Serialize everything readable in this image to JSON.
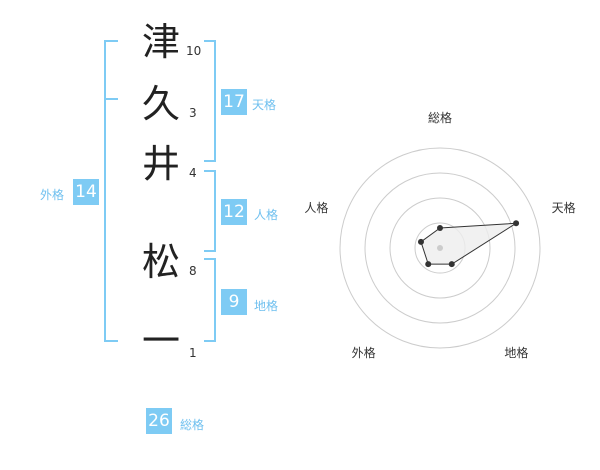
{
  "name": {
    "chars": [
      {
        "char": "津",
        "strokes": "10"
      },
      {
        "char": "久",
        "strokes": "3"
      },
      {
        "char": "井",
        "strokes": "4"
      },
      {
        "char": "松",
        "strokes": "8"
      },
      {
        "char": "一",
        "strokes": "1"
      }
    ]
  },
  "fortune": {
    "tenkaku": {
      "value": "17",
      "label": "天格"
    },
    "jinkaku": {
      "value": "12",
      "label": "人格"
    },
    "chikaku": {
      "value": "9",
      "label": "地格"
    },
    "gaikaku": {
      "value": "14",
      "label": "外格"
    },
    "soukaku": {
      "value": "26",
      "label": "総格"
    }
  },
  "chart_data": {
    "type": "radar",
    "axes": [
      "総格",
      "天格",
      "地格",
      "外格",
      "人格"
    ],
    "values": [
      0.2,
      0.8,
      0.2,
      0.2,
      0.2
    ],
    "rings": 4,
    "colors": {
      "ring": "#cccccc",
      "fill": "#eeeeee",
      "line": "#333333",
      "point": "#333333"
    }
  }
}
